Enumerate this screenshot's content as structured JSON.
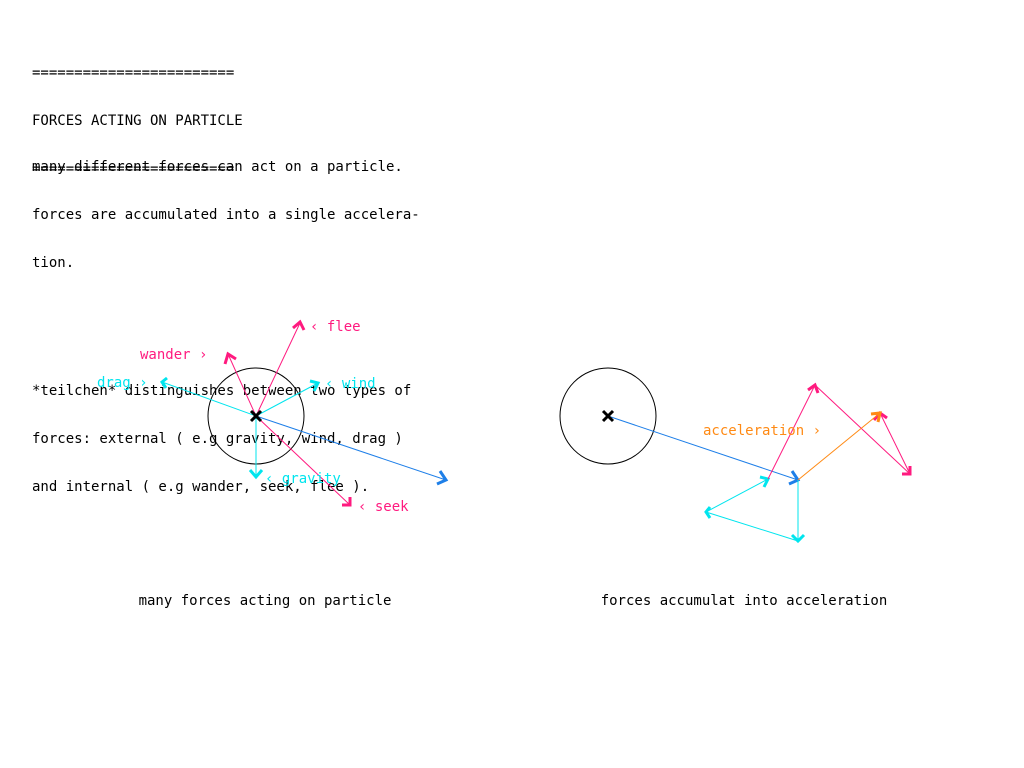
{
  "header": {
    "rule_top": "========================",
    "title": "FORCES ACTING ON PARTICLE",
    "rule_bottom": "========================"
  },
  "body": {
    "paragraph1": [
      "many different forces can act on a particle.",
      "forces are accumulated into a single accelera-",
      "tion."
    ],
    "paragraph2": [
      "*teilchen* distinguishes between two types of",
      "forces: external ( e.g gravity, wind, drag )",
      "and internal ( e.g wander, seek, flee )."
    ]
  },
  "diagram_left": {
    "labels": {
      "flee": "‹ flee",
      "wander": "wander ›",
      "drag": "drag ›",
      "wind": "‹ wind",
      "gravity": "‹ gravity",
      "seek": "‹ seek"
    },
    "caption": "many forces acting on particle"
  },
  "diagram_right": {
    "labels": {
      "acceleration": "acceleration ›"
    },
    "caption": "forces accumulat into acceleration"
  },
  "colors": {
    "external_force": "#00e5ee",
    "internal_force": "#ff1a7f",
    "velocity": "#1e7fe8",
    "acceleration": "#ff8a14",
    "particle": "#000000"
  }
}
